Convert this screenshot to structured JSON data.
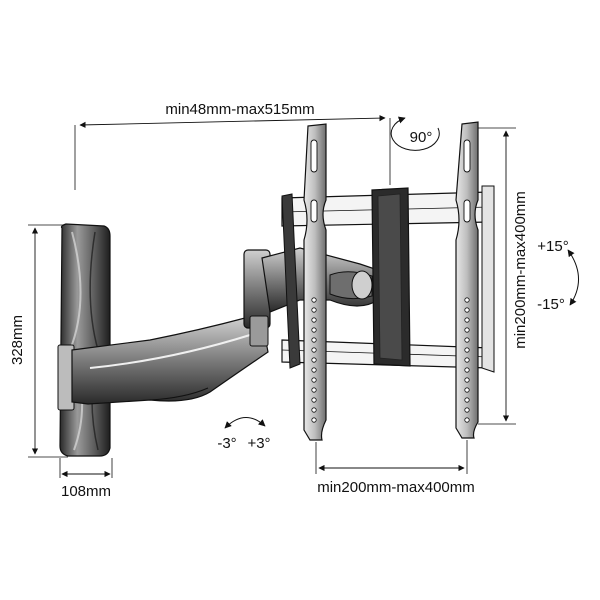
{
  "dimensions": {
    "extension": "min48mm-max515mm",
    "height": "328mm",
    "width_wall": "108mm",
    "vesa_horizontal": "min200mm-max400mm",
    "vesa_vertical": "min200mm-max400mm"
  },
  "rotation": {
    "swivel": "90°",
    "tilt_up": "+15°",
    "tilt_down": "-15°",
    "level_minus": "-3°",
    "level_plus": "+3°"
  },
  "colors": {
    "line": "#111111",
    "shade": "#8a8a8a",
    "light": "#d8d8d8"
  }
}
